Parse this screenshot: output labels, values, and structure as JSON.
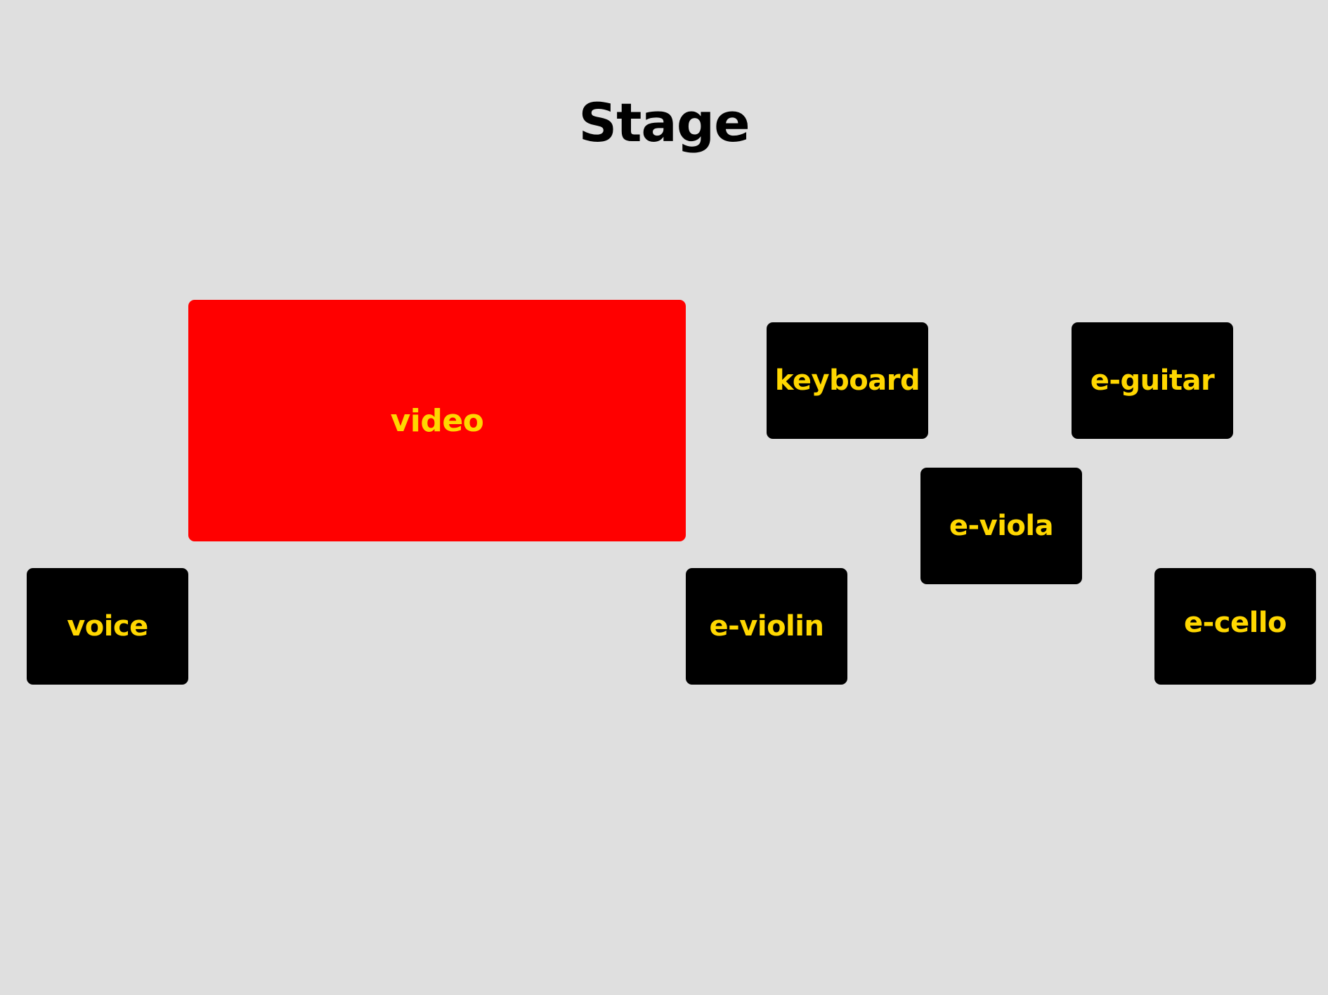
{
  "title": "Stage",
  "colors": {
    "background": "#dfdfdf",
    "block_fill": "#000000",
    "highlight_fill": "#ff0000",
    "label_text": "#ffd700",
    "title_text": "#000000"
  },
  "blocks": {
    "video": "video",
    "keyboard": "keyboard",
    "e_guitar": "e-guitar",
    "e_viola": "e-viola",
    "voice": "voice",
    "e_violin": "e-violin",
    "e_cello": "e-cello"
  }
}
